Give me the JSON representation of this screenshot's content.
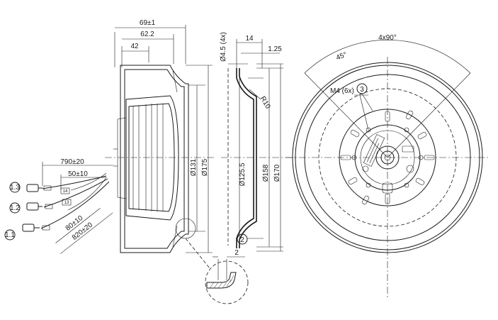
{
  "side_view": {
    "dim_69": "69±1",
    "dim_62_2": "62.2",
    "dim_42": "42",
    "dim_131": "Ø131",
    "dim_175": "Ø175",
    "lead_790": "790±20",
    "lead_50": "50±10",
    "lead_80": "80±10",
    "lead_820": "820±20",
    "marker_14": "14",
    "marker_13": "13",
    "callout_13": "1.3",
    "callout_12": "1.2",
    "callout_11": "1.1"
  },
  "section_view": {
    "dim_45": "Ø4.5 (4x)",
    "dim_14": "14",
    "dim_125": "1.25",
    "dim_r10": "R10",
    "dim_1255": "Ø125.5",
    "dim_158": "Ø158",
    "dim_170": "Ø170",
    "callout_2": "2"
  },
  "detail_view": {
    "dim_2": "2"
  },
  "front_view": {
    "dim_4x90": "4x90°",
    "dim_45deg": "45°",
    "thread_label": "M4 (6x)",
    "callout_3": "3"
  }
}
